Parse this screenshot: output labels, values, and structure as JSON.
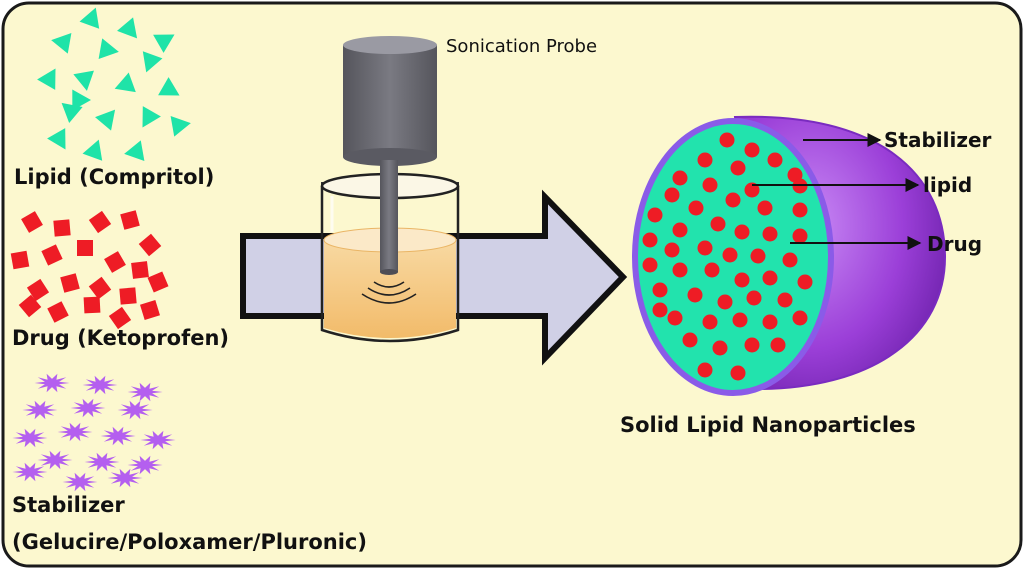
{
  "labels": {
    "lipid": "Lipid (Compritol)",
    "drug": "Drug (Ketoprofen)",
    "stabilizer_line1": "Stabilizer",
    "stabilizer_line2": "(Gelucire/Poloxamer/Pluronic)",
    "sonication_probe": "Sonication Probe",
    "snp_title": "Solid Lipid Nanoparticles",
    "callout_stabilizer": "Stabilizer",
    "callout_lipid": "lipid",
    "callout_drug": "Drug"
  },
  "colors": {
    "background": "#fcf8cf",
    "border": "#1a1a1a",
    "lipid": "#1fe3a8",
    "drug": "#ee1c25",
    "stabilizer": "#b45fef",
    "probe": "#6d6d75",
    "arrow_fill": "#d0d0e6",
    "liquid": "#f6c984",
    "sphere_purple": "#9b3fd8",
    "core_green": "#22e3ad",
    "core_rim": "#7b8fe0"
  },
  "icons": {
    "lipid": "triangle-icon",
    "drug": "diamond-icon",
    "stabilizer": "starburst-icon"
  }
}
